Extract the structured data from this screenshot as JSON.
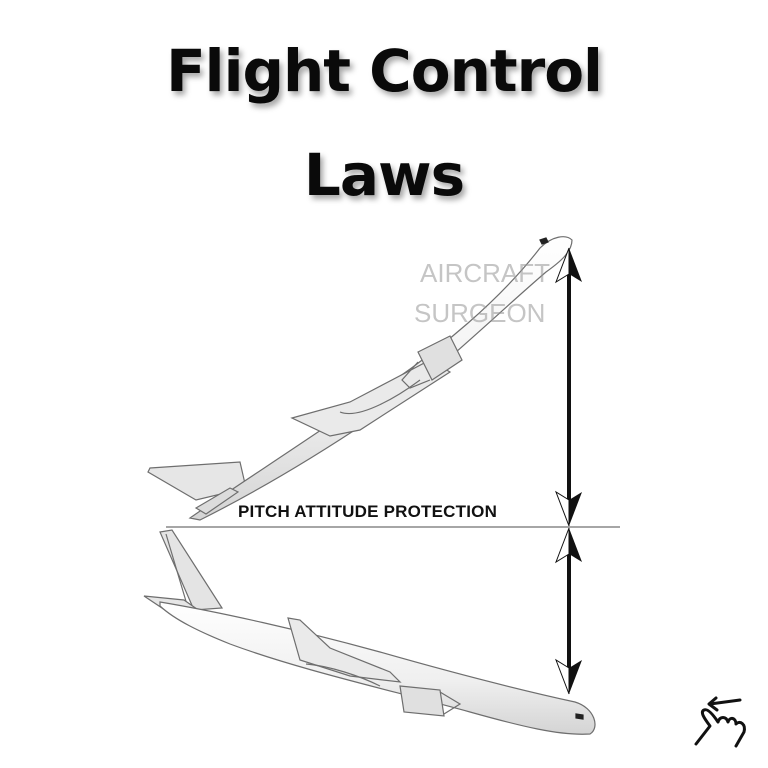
{
  "title": {
    "line1": "Flight Control",
    "line2": "Laws"
  },
  "diagram": {
    "label": "PITCH ATTITUDE PROTECTION",
    "watermark": {
      "line1": "AIRCRAFT",
      "line2": "SURGEON"
    },
    "elements": [
      "aircraft-nose-up",
      "aircraft-nose-down",
      "horizon-reference-line",
      "upper-double-arrow",
      "lower-double-arrow"
    ],
    "colors": {
      "line": "#111111",
      "horizon": "#888888",
      "aircraft_fill": "#f2f2f2",
      "aircraft_stroke": "#6e6e6e"
    }
  },
  "corner_icon": "swipe-left-hand-icon"
}
